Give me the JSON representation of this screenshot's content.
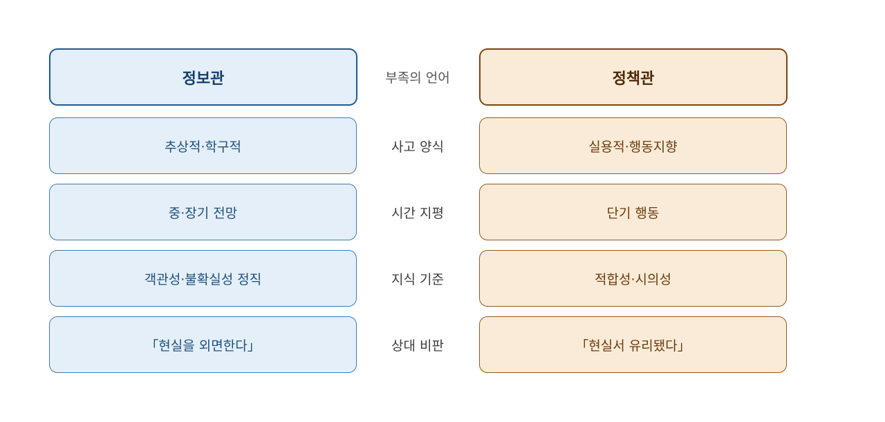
{
  "header": {
    "left": "정보관",
    "middle": "부족의 언어",
    "right": "정책관"
  },
  "rows": [
    {
      "left": "추상적·학구적",
      "middle": "사고 양식",
      "right": "실용적·행동지향"
    },
    {
      "left": "중·장기 전망",
      "middle": "시간 지평",
      "right": "단기 행동"
    },
    {
      "left": "객관성·불확실성 정직",
      "middle": "지식 기준",
      "right": "적합성·시의성"
    },
    {
      "left": "「현실을 외면한다」",
      "middle": "상대 비판",
      "right": "「현실서 유리됐다」"
    }
  ],
  "colors": {
    "left_fill": "#e5eff9",
    "left_border": "#3d7aae",
    "right_fill": "#faebd8",
    "right_border": "#8f5a1f"
  }
}
